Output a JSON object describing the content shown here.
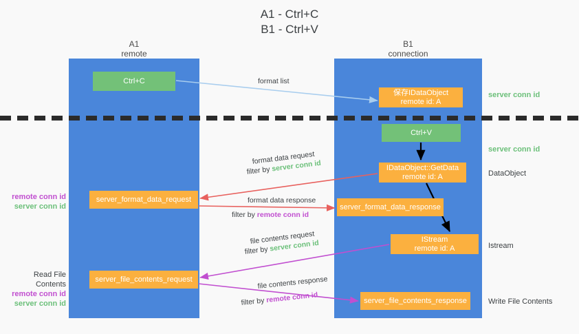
{
  "title": {
    "line1": "A1 - Ctrl+C",
    "line2": "B1 - Ctrl+V"
  },
  "columns": {
    "a1": {
      "name": "A1",
      "role": "remote"
    },
    "b1": {
      "name": "B1",
      "role": "connection"
    }
  },
  "boxes": {
    "ctrl_c": {
      "label": "Ctrl+C",
      "color": "#73c178"
    },
    "idataobject": {
      "line1": "保存IDataObject",
      "line2": "remote id: A",
      "color": "#fbb03f"
    },
    "ctrl_v": {
      "label": "Ctrl+V",
      "color": "#73c178"
    },
    "getdata": {
      "line1": "IDataObject::GetData",
      "line2": "remote id: A",
      "color": "#fbb03f"
    },
    "format_data_request": {
      "label": "server_format_data_request",
      "color": "#fbb03f"
    },
    "format_data_response": {
      "label": "server_format_data_response",
      "color": "#fbb03f"
    },
    "istream": {
      "line1": "IStream",
      "line2": "remote id: A",
      "color": "#fbb03f"
    },
    "file_contents_request": {
      "label": "server_file_contents_request",
      "color": "#fbb03f"
    },
    "file_contents_response": {
      "label": "server_file_contents_response",
      "color": "#fbb03f"
    }
  },
  "arrow_labels": {
    "format_list": "format list",
    "format_data_request": "format data request",
    "format_data_request_filter_prefix": "filter by ",
    "format_data_request_filter_value": "server conn id",
    "format_data_response": "format data response",
    "format_data_response_filter_prefix": "filter by ",
    "format_data_response_filter_value": "remote conn id",
    "file_contents_request": "file contents request",
    "file_contents_request_filter_prefix": "filter by ",
    "file_contents_request_filter_value": "server conn id",
    "file_contents_response": "file contents response",
    "file_contents_response_filter_prefix": "filter by ",
    "file_contents_response_filter_value": "remote conn id"
  },
  "left_notes": {
    "format_remote": "remote conn id",
    "format_server": "server conn id",
    "read_file_contents": "Read File Contents",
    "file_remote": "remote conn id",
    "file_server": "server conn id"
  },
  "right_notes": {
    "server_conn_id_top": "server conn id",
    "server_conn_id_mid": "server conn id",
    "dataobject": "DataObject",
    "istream": "Istream",
    "write_file_contents": "Write File Contents"
  },
  "colors": {
    "lane": "#4a86da",
    "green_box": "#73c178",
    "orange_box": "#fbb03f",
    "green_text": "#6cc07a",
    "purple_text": "#c14fd0",
    "red_arrow": "#e8615e",
    "magenta_arrow": "#c14fd0",
    "blue_arrow": "#a8cdee",
    "black_arrow": "#000000",
    "background": "#f9f9f9"
  }
}
